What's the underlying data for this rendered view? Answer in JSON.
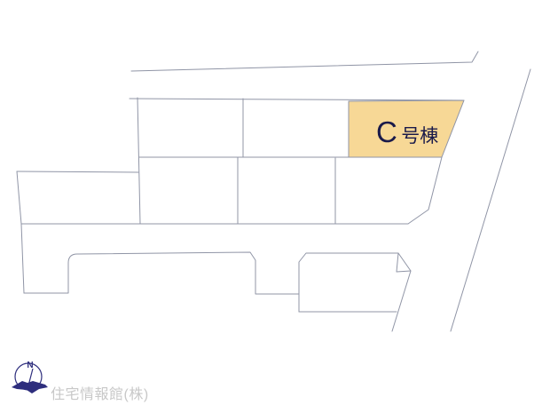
{
  "plan": {
    "background": "#ffffff",
    "line_color": "#9095a6",
    "highlighted_lot": {
      "label_main": "C",
      "label_suffix": "号棟",
      "fill": "#f7d896",
      "label_color": "#1a1a4a"
    },
    "compass": {
      "north_label": "N",
      "color": "#2e2e7d"
    },
    "credit": {
      "text": "住宅情報館(株)",
      "color": "#c8c8c8"
    }
  }
}
